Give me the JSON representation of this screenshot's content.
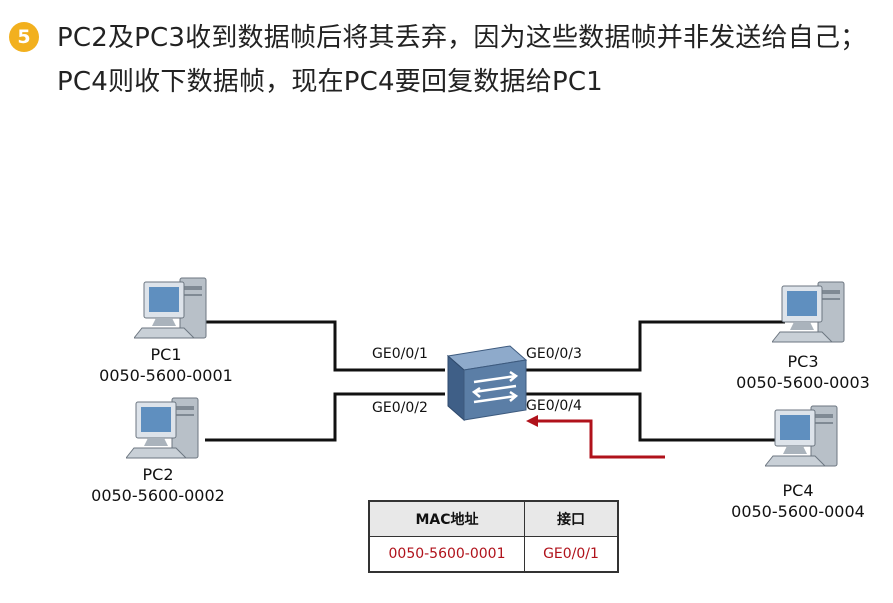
{
  "step": {
    "number": "5",
    "line1": "PC2及PC3收到数据帧后将其丢弃，因为这些数据帧并非发送给自己；",
    "line2": "PC4则收下数据帧，现在PC4要回复数据给PC1"
  },
  "hosts": [
    {
      "name": "PC1",
      "mac": "0050-5600-0001"
    },
    {
      "name": "PC2",
      "mac": "0050-5600-0002"
    },
    {
      "name": "PC3",
      "mac": "0050-5600-0003"
    },
    {
      "name": "PC4",
      "mac": "0050-5600-0004"
    }
  ],
  "ports": [
    "GE0/0/1",
    "GE0/0/2",
    "GE0/0/3",
    "GE0/0/4"
  ],
  "mac_table": {
    "headers": [
      "MAC地址",
      "接口"
    ],
    "rows": [
      {
        "mac": "0050-5600-0001",
        "port": "GE0/0/1"
      }
    ]
  },
  "colors": {
    "badge": "#f2b01e",
    "arrow": "#b0121b",
    "table_entry": "#b0121b",
    "switch": "#5b7ea6"
  },
  "icons": [
    "computer-icon",
    "switch-icon"
  ]
}
